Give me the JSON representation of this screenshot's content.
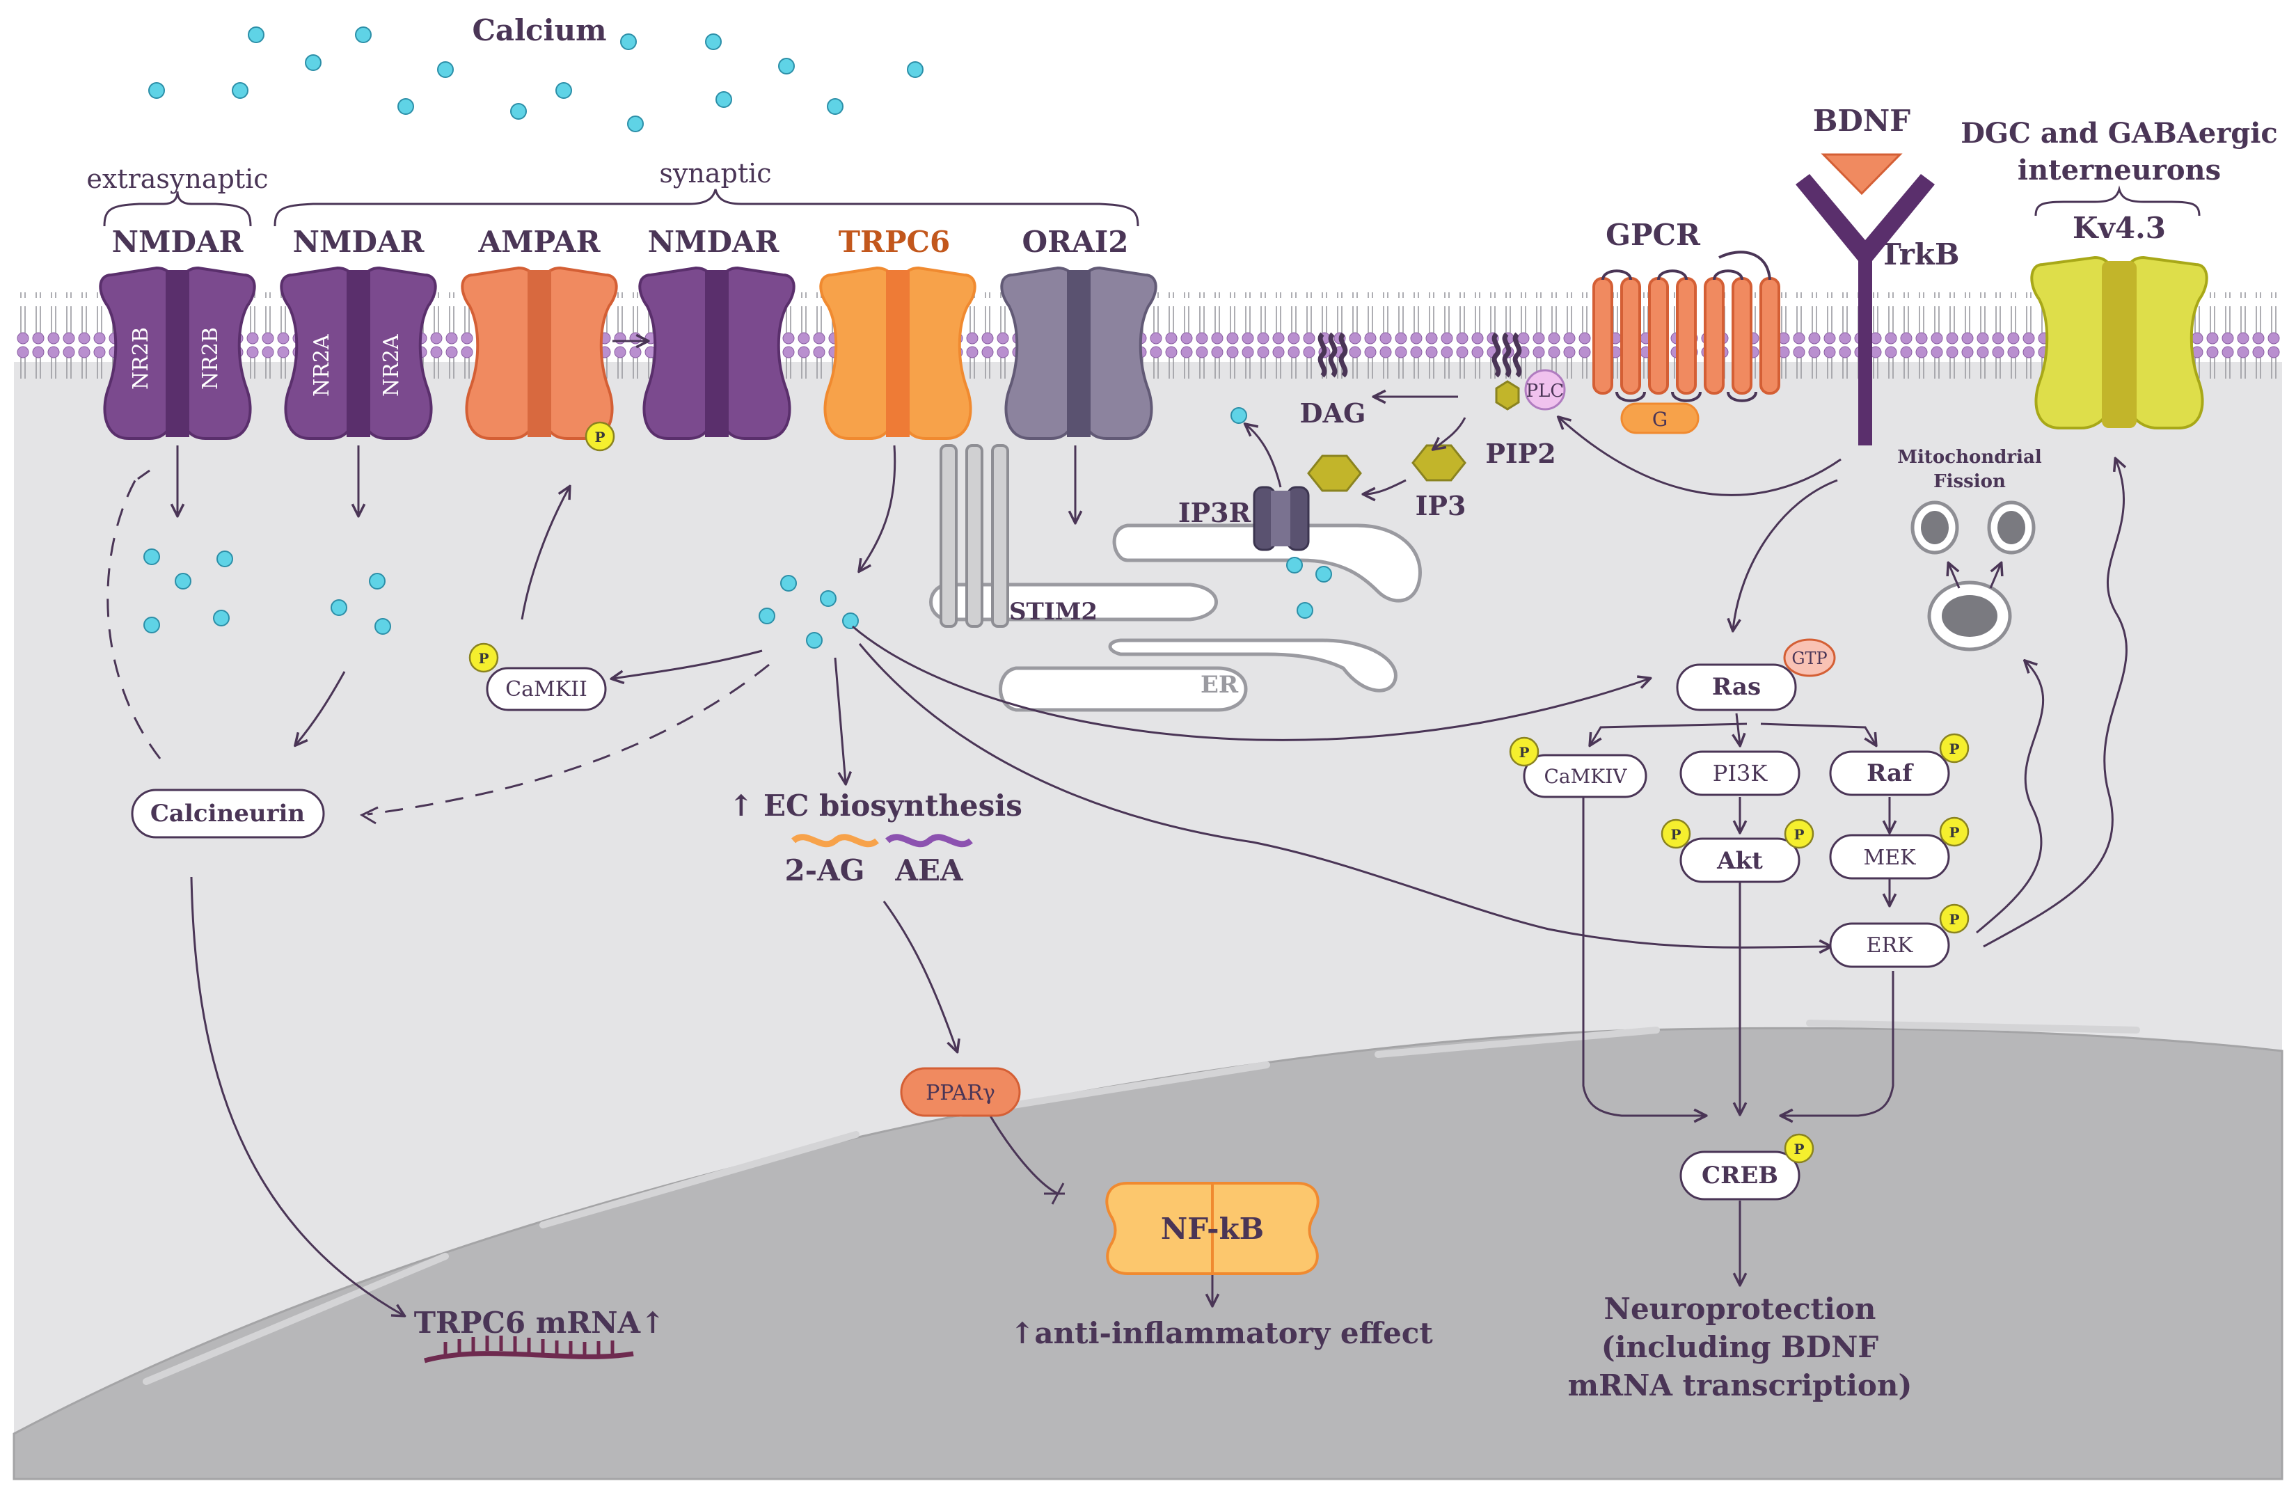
{
  "labels": {
    "calcium": "Calcium",
    "extrasynaptic": "extrasynaptic",
    "synaptic": "synaptic",
    "nmdar_extra": "NMDAR",
    "nmdar_syn1": "NMDAR",
    "ampar": "AMPAR",
    "nmdar_syn2": "NMDAR",
    "trpc6": "TRPC6",
    "orai2": "ORAI2",
    "gpcr": "GPCR",
    "bdnf": "BDNF",
    "trkb": "TrkB",
    "dgc": "DGC and GABAergic",
    "interneurons": "interneurons",
    "kv43": "Kv4.3",
    "dag": "DAG",
    "pip2": "PIP2",
    "ip3": "IP3",
    "ip3r": "IP3R",
    "stim2": "STIM2",
    "er": "ER",
    "plc": "PLC",
    "g": "G",
    "mito1": "Mitochondrial",
    "mito2": "Fission",
    "nr2b_1": "NR2B",
    "nr2b_2": "NR2B",
    "nr2a_1": "NR2A",
    "nr2a_2": "NR2A",
    "p": "P",
    "gtp": "GTP"
  },
  "nodes": {
    "camkii": "CaMKII",
    "calcineurin": "Calcineurin",
    "ec_biosynthesis": "↑ EC biosynthesis",
    "ag2": "2-AG",
    "aea": "AEA",
    "ppar": "PPARγ",
    "nfkb": "NF-kB",
    "anti_inflammatory": "↑anti-inflammatory effect",
    "trpc6_mrna": "TRPC6 mRNA↑",
    "ras": "Ras",
    "camkiv": "CaMKIV",
    "pi3k": "PI3K",
    "raf": "Raf",
    "akt": "Akt",
    "mek": "MEK",
    "erk": "ERK",
    "creb": "CREB",
    "neuro1": "Neuroprotection",
    "neuro2": "(including BDNF",
    "neuro3": "mRNA transcription)"
  },
  "colors": {
    "nmda_purple": "#7b4a8e",
    "nmda_dark": "#5a2f6c",
    "ampar": "#f08a60",
    "trpc6": "#f7a24a",
    "orai2": "#8c839e",
    "gpcr": "#f08a60",
    "kv43": "#dede4a",
    "membrane_lipid": "#b98fcf",
    "cytoplasm": "#e4e4e6",
    "nucleus": "#b7b7b9",
    "calcium": "#5fd3e6",
    "phospho_badge": "#f5ef2e",
    "trpc6_label": "#c2571c"
  }
}
